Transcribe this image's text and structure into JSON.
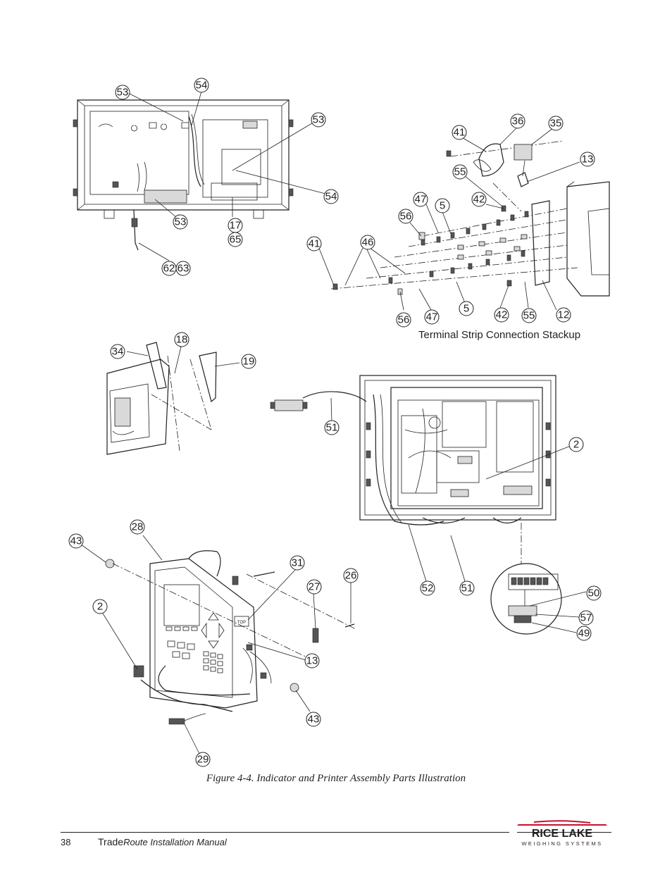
{
  "figure": {
    "caption": "Figure 4-4. Indicator and Printer Assembly Parts Illustration",
    "stack_label": "Terminal Strip Connection Stackup",
    "callouts": {
      "c1": "53",
      "c2": "54",
      "c3": "53",
      "c4": "54",
      "c5": "53",
      "c6": "17",
      "c7": "65",
      "c8": "62",
      "c9": "63",
      "c10": "41",
      "c11": "36",
      "c12": "35",
      "c13": "13",
      "c14": "55",
      "c15": "42",
      "c16": "47",
      "c17": "5",
      "c18": "56",
      "c19": "41",
      "c20": "46",
      "c21": "56",
      "c22": "47",
      "c23": "5",
      "c24": "42",
      "c25": "55",
      "c26": "12",
      "c27": "34",
      "c28": "18",
      "c29": "19",
      "c30": "51",
      "c31": "2",
      "c32": "43",
      "c33": "28",
      "c34": "31",
      "c35": "26",
      "c36": "27",
      "c37": "52",
      "c38": "51",
      "c39": "50",
      "c40": "2",
      "c41": "57",
      "c42": "49",
      "c43": "13",
      "c44": "43",
      "c45": "29"
    },
    "enclosure_labels": {
      "top": "TOP"
    }
  },
  "footer": {
    "page_number": "38",
    "brand": "Trade",
    "manual_title": "Route Installation Manual",
    "logo_line1": "RICE LAKE",
    "logo_line2": "WEIGHING SYSTEMS"
  }
}
